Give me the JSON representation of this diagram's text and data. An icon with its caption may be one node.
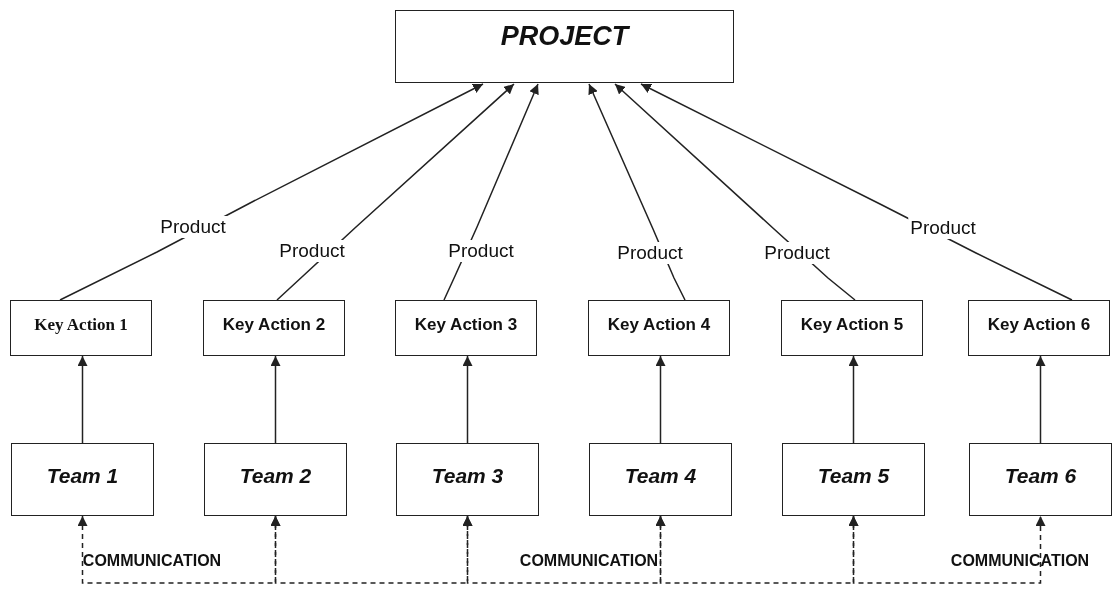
{
  "diagram": {
    "nodes": [
      {
        "text": [
          "PROJECT"
        ]
      },
      {
        "text": [
          "Key Action 1"
        ]
      },
      {
        "text": [
          "Key Action 2"
        ]
      },
      {
        "text": [
          "Key Action 3"
        ]
      },
      {
        "text": [
          "Key Action 4"
        ]
      },
      {
        "text": [
          "Key Action 5"
        ]
      },
      {
        "text": [
          "Key Action 6"
        ]
      },
      {
        "text": [
          "Team 1"
        ]
      },
      {
        "text": [
          "Team 2"
        ]
      },
      {
        "text": [
          "Team 3"
        ]
      },
      {
        "text": [
          "Team 4"
        ]
      },
      {
        "text": [
          "Team 5"
        ]
      },
      {
        "text": [
          "Team 6"
        ]
      }
    ],
    "edges": [
      {
        "from": 1,
        "to": 0,
        "arrow": "to",
        "label": "Product"
      },
      {
        "from": 2,
        "to": 0,
        "arrow": "to",
        "label": "Product"
      },
      {
        "from": 3,
        "to": 0,
        "arrow": "to",
        "label": "Product"
      },
      {
        "from": 4,
        "to": 0,
        "arrow": "to",
        "label": "Product"
      },
      {
        "from": 5,
        "to": 0,
        "arrow": "to",
        "label": "Product"
      },
      {
        "from": 6,
        "to": 0,
        "arrow": "to",
        "label": "Product"
      },
      {
        "from": 7,
        "to": 1,
        "arrow": "to"
      },
      {
        "from": 8,
        "to": 2,
        "arrow": "to"
      },
      {
        "from": 9,
        "to": 3,
        "arrow": "to"
      },
      {
        "from": 10,
        "to": 4,
        "arrow": "to"
      },
      {
        "from": 11,
        "to": 5,
        "arrow": "to"
      },
      {
        "from": 12,
        "to": 6,
        "arrow": "to"
      },
      {
        "from": 7,
        "to": 8,
        "arrow": "both",
        "style": "dashed"
      },
      {
        "from": 8,
        "to": 9,
        "arrow": "both",
        "style": "dashed"
      },
      {
        "from": 9,
        "to": 10,
        "arrow": "both",
        "style": "dashed"
      },
      {
        "from": 10,
        "to": 11,
        "arrow": "both",
        "style": "dashed"
      },
      {
        "from": 11,
        "to": 12,
        "arrow": "both",
        "style": "dashed"
      }
    ],
    "labels": [
      "COMMUNICATION",
      "COMMUNICATION",
      "COMMUNICATION"
    ]
  }
}
